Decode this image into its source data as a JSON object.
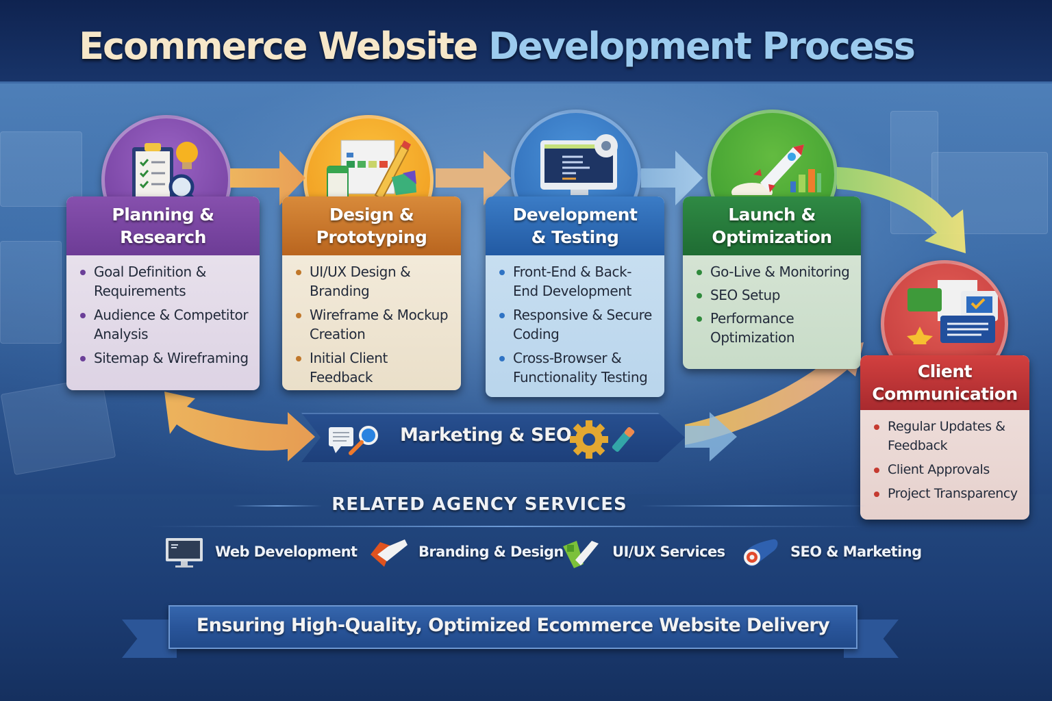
{
  "title": {
    "part1": "Ecommerce Website",
    "part2": "Development Process"
  },
  "colors": {
    "planning": "#7b47a6",
    "design": "#cf7a24",
    "development": "#2f6cb5",
    "launch": "#2c8a3c",
    "client": "#c7363a",
    "title_light": "#f6e7c9",
    "title_blue": "#9ccbee",
    "background": "#1c3a72"
  },
  "stages": [
    {
      "id": "planning",
      "title_line1": "Planning &",
      "title_line2": "Research",
      "icon": "clipboard-checklist-magnifier-lightbulb-icon",
      "items": [
        "Goal Definition & Requirements",
        "Audience & Competitor Analysis",
        "Sitemap & Wireframing"
      ]
    },
    {
      "id": "design",
      "title_line1": "Design &",
      "title_line2": "Prototyping",
      "icon": "mockup-pencil-palette-icon",
      "items": [
        "UI/UX Design & Branding",
        "Wireframe & Mockup Creation",
        "Initial Client Feedback"
      ]
    },
    {
      "id": "development",
      "title_line1": "Development",
      "title_line2": "& Testing",
      "icon": "monitor-code-gear-icon",
      "items": [
        "Front-End & Back-End Development",
        "Responsive & Secure Coding",
        "Cross-Browser & Functionality Testing"
      ]
    },
    {
      "id": "launch",
      "title_line1": "Launch &",
      "title_line2": "Optimization",
      "icon": "rocket-bar-chart-icon",
      "items": [
        "Go-Live & Monitoring",
        "SEO Setup",
        "Performance Optimization"
      ]
    },
    {
      "id": "client",
      "title_line1": "Client",
      "title_line2": "Communication",
      "icon": "chat-bubbles-checkmark-star-icon",
      "items": [
        "Regular Updates & Feedback",
        "Client Approvals",
        "Project Transparency"
      ]
    }
  ],
  "marketing": {
    "label": "Marketing & SEO",
    "icons": [
      "document-magnifier-icon",
      "gear-icon",
      "pencil-icon"
    ]
  },
  "related": {
    "title": "RELATED AGENCY SERVICES",
    "services": [
      {
        "label": "Web Development",
        "icon": "monitor-icon"
      },
      {
        "label": "Branding & Design",
        "icon": "brand-check-icon"
      },
      {
        "label": "UI/UX Services",
        "icon": "uiux-check-icon"
      },
      {
        "label": "SEO & Marketing",
        "icon": "target-icon"
      }
    ]
  },
  "footer": {
    "ribbon_text": "Ensuring High-Quality, Optimized Ecommerce Website Delivery"
  }
}
